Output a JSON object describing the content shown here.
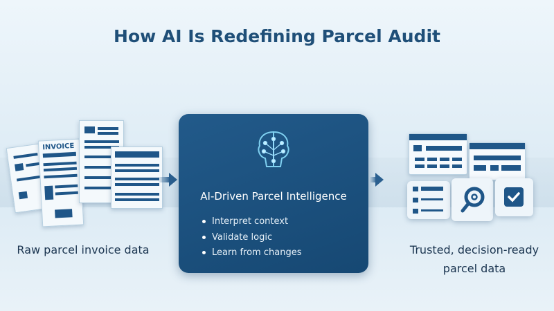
{
  "title": "How AI Is Redefining Parcel Audit",
  "left": {
    "label": "Raw parcel invoice data",
    "doc_heading": "INVOICE"
  },
  "center": {
    "heading": "AI-Driven Parcel Intelligence",
    "bullets": [
      "Interpret context",
      "Validate logic",
      "Learn from changes"
    ]
  },
  "right": {
    "label_line1": "Trusted, decision-ready",
    "label_line2": "parcel data"
  },
  "colors": {
    "primary": "#1f5688",
    "card": "#1a4e7c",
    "title": "#1f4f78"
  }
}
